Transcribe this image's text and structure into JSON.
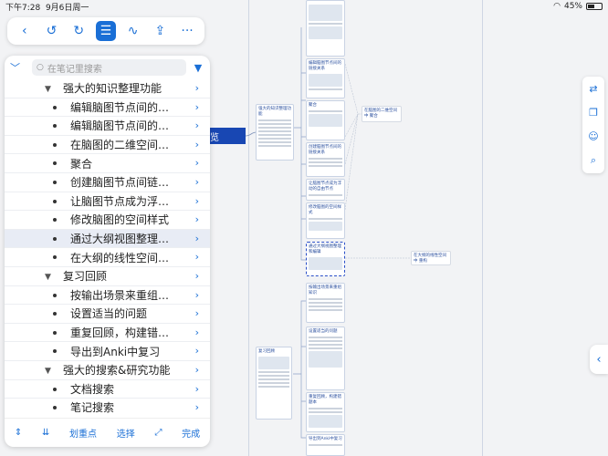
{
  "status": {
    "time": "下午7:28",
    "date": "9月6日周一",
    "battery": "45%",
    "battery_level": 0.45
  },
  "toolbar": {
    "buttons": [
      {
        "name": "back-icon",
        "glyph": "‹"
      },
      {
        "name": "undo-icon",
        "glyph": "↺"
      },
      {
        "name": "redo-icon",
        "glyph": "↻"
      },
      {
        "name": "outline-icon",
        "glyph": "☰"
      },
      {
        "name": "pen-icon",
        "glyph": "∿"
      },
      {
        "name": "share-icon",
        "glyph": "⇪"
      },
      {
        "name": "more-icon",
        "glyph": "···"
      }
    ]
  },
  "outline": {
    "search_placeholder": "在笔记里搜索",
    "rows": [
      {
        "label": "强大的知识整理功能",
        "level": "h"
      },
      {
        "label": "编辑脑图节点间的…",
        "level": "b"
      },
      {
        "label": "编辑脑图节点间的…",
        "level": "b"
      },
      {
        "label": "在脑图的二维空间…",
        "level": "b"
      },
      {
        "label": "聚合",
        "level": "b"
      },
      {
        "label": "创建脑图节点间链…",
        "level": "b"
      },
      {
        "label": "让脑图节点成为浮…",
        "level": "b"
      },
      {
        "label": "修改脑图的空间样式",
        "level": "b"
      },
      {
        "label": "通过大纲视图整理…",
        "level": "b",
        "selected": true
      },
      {
        "label": "在大纲的线性空间…",
        "level": "b"
      },
      {
        "label": "复习回顾",
        "level": "h"
      },
      {
        "label": "按输出场景来重组…",
        "level": "b"
      },
      {
        "label": "设置适当的问题",
        "level": "b"
      },
      {
        "label": "重复回顾，构建错…",
        "level": "b"
      },
      {
        "label": "导出到Anki中复习",
        "level": "b"
      },
      {
        "label": "强大的搜索&研究功能",
        "level": "h"
      },
      {
        "label": "文档搜索",
        "level": "b"
      },
      {
        "label": "笔记搜索",
        "level": "b"
      }
    ],
    "bottom": {
      "highlight": "划重点",
      "select": "选择",
      "done": "完成"
    }
  },
  "canvas": {
    "partial_label": "览",
    "node_main_title": "强大的知识整理功能",
    "node_review_title": "复习回顾",
    "node_2d_title": "在脑图的二维空间中 聚合",
    "node_outline_title": "在大纲的线性空间中 重构",
    "stack_titles": [
      "编辑脑图节点间的链接关系",
      "聚合",
      "创建脑图节点间的链接关系",
      "让脑图节点成为浮动的自由节点",
      "修改脑图的空间样式",
      "通过大纲视图整理和编辑",
      "按输出场景来重组知识",
      "设置适当的问题",
      "重复回顾，构建错题本",
      "导出到Anki中复习"
    ]
  }
}
